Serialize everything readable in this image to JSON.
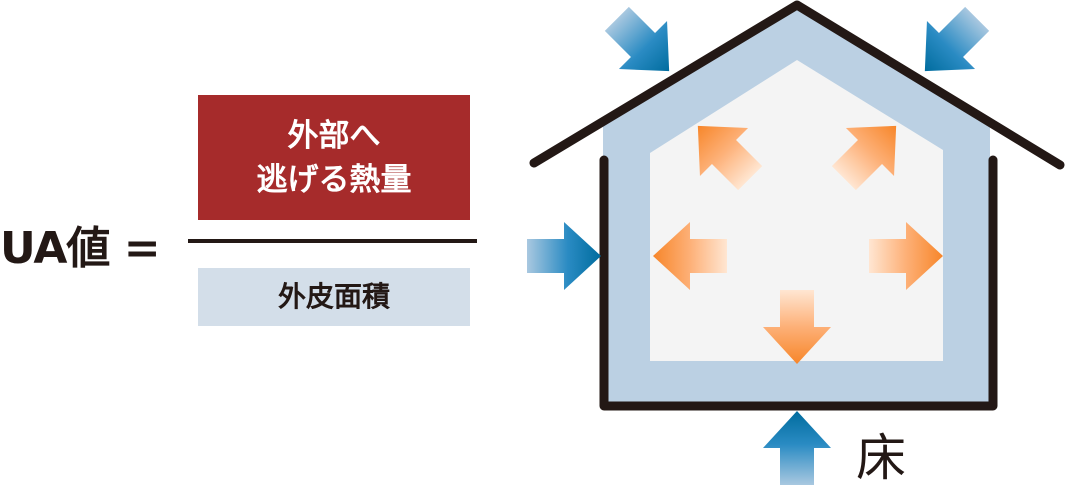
{
  "formula": {
    "lhs": "UA値 =",
    "numerator": [
      "外部へ",
      "逃げる熱量"
    ],
    "denominator": "外皮面積"
  },
  "house": {
    "floor_label": "床"
  },
  "colors": {
    "numerator_bg": "#a62b2b",
    "denominator_bg": "#d3dee9",
    "insulation": "#bbd0e3",
    "interior": "#f4f4f4",
    "cold_arrow": "#0a72a8",
    "heat_arrow": "#f7872a",
    "line": "#231815"
  }
}
